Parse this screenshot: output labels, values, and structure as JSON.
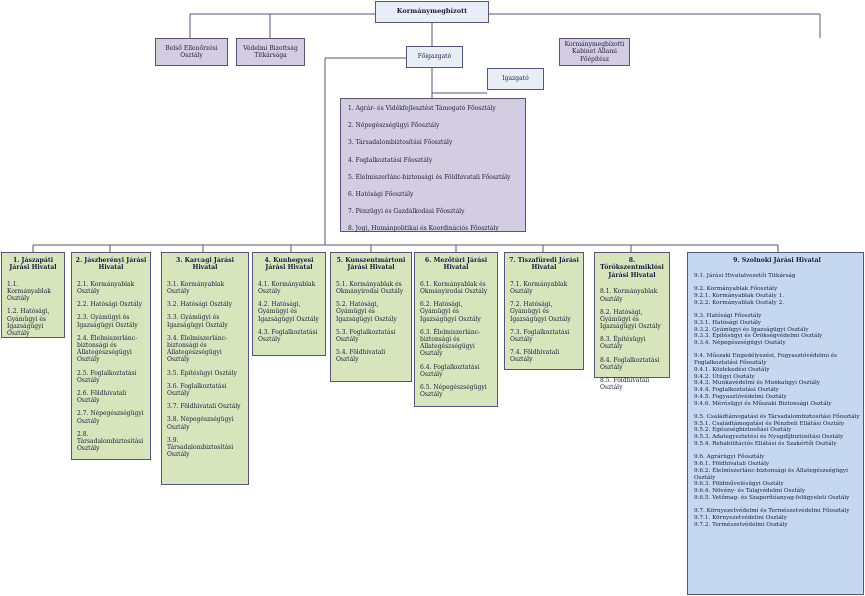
{
  "top": {
    "korm": "Kormánymegbízott",
    "belso": "Belső Ellenőrzési Osztály",
    "vedelmi": "Védelmi Bizottság Titkársága",
    "kabinet": "Kormánymegbízotti Kabinet Állami Főépítész",
    "foigazgato": "Főigazgató",
    "igazgato": "Igazgató"
  },
  "departments": [
    "1. Agrár- és Vidékfejlesztést Támogató Főosztály",
    "2. Népegészségügyi Főosztály",
    "3. Társadalombiztosítási Főosztály",
    "4. Foglalkoztatási Főosztály",
    "5. Élelmiszerlánc-biztonsági és Földhivatali Főosztály",
    "6. Hatósági Főosztály",
    "7. Pénzügyi és Gazdálkodási Főosztály",
    "8. Jogi, Humánpolitikai és Koordinációs Főosztály"
  ],
  "districts": [
    {
      "title": "1. Jászapáti Járási Hivatal",
      "items": [
        "1.1. Kormányablak Osztály",
        "1.2. Hatósági, Gyámügyi és Igazságügyi Osztály"
      ]
    },
    {
      "title": "2. Jászberényi Járási Hivatal",
      "items": [
        "2.1. Kormányablak Osztály",
        "2.2. Hatósági Osztály",
        "2.3. Gyámügyi és Igazságügyi Osztály",
        "2.4. Élelmiszerlánc-biztonsági és Állategészségügyi Osztály",
        "2.5. Foglalkoztatási Osztály",
        "2.6. Földhivatali Osztály",
        "2.7. Népegészségügyi Osztály",
        "2.8. Társadalombiztosítási Osztály"
      ]
    },
    {
      "title": "3. Karcagi Járási Hivatal",
      "items": [
        "3.1. Kormányablak Osztály",
        "3.2. Hatósági Osztály",
        "3.3. Gyámügyi és Igazságügyi Osztály",
        "3.4. Élelmiszerlánc-biztonsági és Állategészségügyi Osztály",
        "3.5. Építésügyi Osztály",
        "3.6. Foglalkoztatási Osztály",
        "3.7. Földhivatali Osztály",
        "3.8. Népegészségügyi Osztály",
        "3.9. Társadalombiztosítási Osztály"
      ]
    },
    {
      "title": "4. Kunhegyesi Járási Hivatal",
      "items": [
        "4.1. Kormányablak Osztály",
        "4.2. Hatósági, Gyámügyi és Igazságügyi Osztály",
        "4.3. Foglalkoztatási Osztály"
      ]
    },
    {
      "title": "5. Kunszentmártoni Járási Hivatal",
      "items": [
        "5.1. Kormányablak és Okmányirodai Osztály",
        "5.2. Hatósági, Gyámügyi és Igazságügyi Osztály",
        "5.3. Foglalkoztatási Osztály",
        "5.4. Földhivatali Osztály"
      ]
    },
    {
      "title": "6. Mezőtúri Járási Hivatal",
      "items": [
        "6.1. Kormányablak és Okmányirodai Osztály",
        "6.2. Hatósági, Gyámügyi és Igazságügyi Osztály",
        "6.3. Élelmiszerlánc-biztonsági és Állategészségügyi Osztály",
        "6.4. Foglalkoztatási Osztály",
        "6.5. Népegészségügyi Osztály"
      ]
    },
    {
      "title": "7. Tiszafüredi Járási Hivatal",
      "items": [
        "7.1. Kormányablak Osztály",
        "7.2. Hatósági, Gyámügyi és Igazságügyi Osztály",
        "7.3. Foglalkoztatási Osztály",
        "7.4. Földhivatali Osztály"
      ]
    },
    {
      "title": "8. Törökszentmiklósi Járási Hivatal",
      "items": [
        "8.1. Kormányablak Osztály",
        "8.2. Hatósági, Gyámügyi és Igazságügyi Osztály",
        "8.3. Építésügyi Osztály",
        "8.4. Foglalkoztatási Osztály",
        "8.5. Földhivatali Osztály"
      ]
    }
  ],
  "szolnok": {
    "title": "9. Szolnoki Járási Hivatal",
    "groups": [
      [
        "9.1. Járási Hivatalvezetői Titkárság"
      ],
      [
        "9.2. Kormányablak Főosztály",
        "9.2.1. Kormányablak Osztály 1.",
        "9.2.2. Kormányablak Osztály 2."
      ],
      [
        "9.3. Hatósági Főosztály",
        "9.3.1. Hatósági Osztály",
        "9.3.2. Gyámügyi és Igazságügyi Osztály",
        "9.3.3. Építésügyi és Örökségvédelmi Osztály",
        "9.3.4. Népegészségügyi Osztály"
      ],
      [
        "9.4. Műszaki Engedélyezési, Fogyasztóvédelmi és Foglalkoztatási Főosztály",
        "9.4.1. Közlekedési Osztály",
        "9.4.2. Útügyi Osztály",
        "9.4.3. Munkavédelmi és Munkaügyi Osztály",
        "9.4.4. Foglalkoztatási Osztály",
        "9.4.5. Fogyasztóvédelmi Osztály",
        "9.4.6. Mérésügyi és Műszaki Biztonsági Osztály"
      ],
      [
        "9.5. Családtámogatási és Társadalombiztosítási Főosztály",
        "9.5.1. Családtámogatási és Pénzbeli Ellátási Osztály",
        "9.5.2. Egészségbiztosítási Osztály",
        "9.5.3. Adategyeztetési és Nyugdíjbiztosítási Osztály",
        "9.5.4. Rehabilitációs Ellátási és Szakértői Osztály"
      ],
      [
        "9.6. Agrárügyi Főosztály",
        "9.6.1. Földhivatali Osztály",
        "9.6.2. Élelmiszerlánc-biztonsági és Állategészségügyi Osztály",
        "9.6.3. Földművelésügyi Osztály",
        "9.6.4. Növény- és Talajvédelmi Osztály",
        "9.6.5. Vetőmag- és Szaporítóanyag-felügyeleti Osztály"
      ],
      [
        "9.7. Környezetvédelmi és Természetvédelmi Főosztály",
        "9.7.1. Környezetvédelmi Osztály",
        "9.7.2. Természetvédelmi Osztály"
      ]
    ]
  },
  "colors": {
    "lavender": "#d4cde2",
    "top_box": "#e8edf6",
    "district_green": "#d8e4bc",
    "szolnok_blue": "#c5d8ef",
    "line": "#55557a"
  }
}
